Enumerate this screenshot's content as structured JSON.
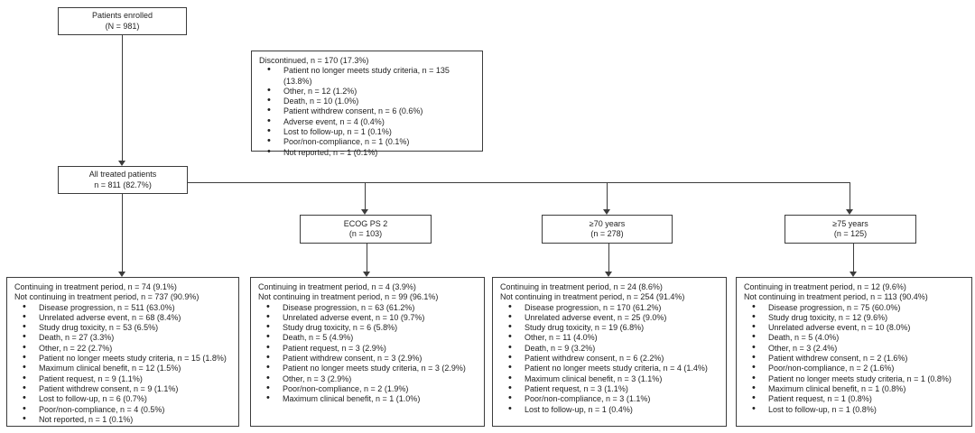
{
  "figure": {
    "type": "patient-disposition-flowchart",
    "line_color": "#3c3c3c",
    "background_color": "#ffffff"
  },
  "flowchart": {
    "enrolled": {
      "line1": "Patients enrolled",
      "line2": "(N = 981)"
    },
    "discontinued": {
      "title": "Discontinued, n = 170 (17.3%)",
      "items": [
        "Patient no longer meets study criteria, n = 135 (13.8%)",
        "Other, n = 12 (1.2%)",
        "Death, n = 10 (1.0%)",
        "Patient withdrew consent, n = 6 (0.6%)",
        "Adverse event, n = 4 (0.4%)",
        "Lost to follow-up, n = 1 (0.1%)",
        "Poor/non-compliance, n = 1 (0.1%)",
        "Not reported, n = 1 (0.1%)"
      ]
    },
    "treated": {
      "line1": "All treated patients",
      "line2": "n = 811 (82.7%)"
    },
    "subgroups": [
      {
        "line1": "ECOG PS 2",
        "line2": "(n = 103)"
      },
      {
        "line1": "≥70 years",
        "line2": "(n = 278)"
      },
      {
        "line1": "≥75 years",
        "line2": "(n = 125)"
      }
    ],
    "outcomes": [
      {
        "continuing": "Continuing in treatment period, n = 74 (9.1%)",
        "not_continuing": "Not continuing in treatment period, n = 737 (90.9%)",
        "items": [
          "Disease progression, n = 511 (63.0%)",
          "Unrelated adverse event, n = 68 (8.4%)",
          "Study drug toxicity, n = 53 (6.5%)",
          "Death, n = 27 (3.3%)",
          "Other, n = 22 (2.7%)",
          "Patient no longer meets study criteria, n = 15 (1.8%)",
          "Maximum clinical benefit, n = 12 (1.5%)",
          "Patient request, n = 9 (1.1%)",
          "Patient withdrew consent, n = 9 (1.1%)",
          "Lost to follow-up, n = 6 (0.7%)",
          "Poor/non-compliance, n = 4 (0.5%)",
          "Not reported, n = 1 (0.1%)"
        ]
      },
      {
        "continuing": "Continuing in treatment period, n = 4 (3.9%)",
        "not_continuing": "Not continuing in treatment period, n = 99 (96.1%)",
        "items": [
          "Disease progression, n = 63 (61.2%)",
          "Unrelated adverse event, n = 10 (9.7%)",
          "Study drug toxicity, n = 6 (5.8%)",
          "Death, n = 5 (4.9%)",
          "Patient request, n = 3 (2.9%)",
          "Patient withdrew consent, n = 3 (2.9%)",
          "Patient no longer meets study criteria, n = 3 (2.9%)",
          "Other, n = 3 (2.9%)",
          "Poor/non-compliance, n = 2 (1.9%)",
          "Maximum clinical benefit, n = 1 (1.0%)"
        ]
      },
      {
        "continuing": "Continuing in treatment period, n = 24 (8.6%)",
        "not_continuing": "Not continuing in treatment period, n = 254 (91.4%)",
        "items": [
          "Disease progression, n = 170 (61.2%)",
          "Unrelated adverse event, n = 25 (9.0%)",
          "Study drug toxicity, n = 19 (6.8%)",
          "Other, n = 11 (4.0%)",
          "Death, n = 9 (3.2%)",
          "Patient withdrew consent, n = 6 (2.2%)",
          "Patient no longer meets study criteria, n = 4 (1.4%)",
          "Maximum clinical benefit, n = 3 (1.1%)",
          "Patient request, n = 3 (1.1%)",
          "Poor/non-compliance, n = 3 (1.1%)",
          "Lost to follow-up, n = 1 (0.4%)"
        ]
      },
      {
        "continuing": "Continuing in treatment period, n = 12 (9.6%)",
        "not_continuing": "Not continuing in treatment period, n = 113 (90.4%)",
        "items": [
          "Disease progression, n = 75 (60.0%)",
          "Study drug toxicity, n = 12 (9.6%)",
          "Unrelated adverse event, n = 10 (8.0%)",
          "Death, n = 5 (4.0%)",
          "Other, n = 3 (2.4%)",
          "Patient withdrew consent, n = 2 (1.6%)",
          "Poor/non-compliance, n = 2 (1.6%)",
          "Patient no longer meets study criteria, n = 1 (0.8%)",
          "Maximum clinical benefit, n = 1 (0.8%)",
          "Patient request, n = 1 (0.8%)",
          "Lost to follow-up, n = 1 (0.8%)"
        ]
      }
    ]
  }
}
